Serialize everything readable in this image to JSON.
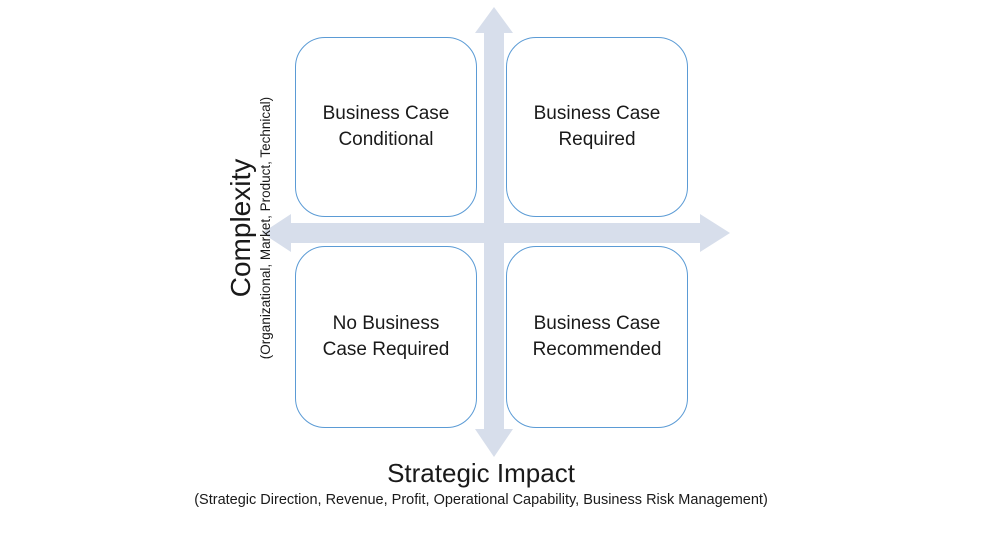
{
  "diagram": {
    "type": "quadrant-matrix",
    "quadrants": [
      {
        "position": "top-left",
        "line1": "Business Case",
        "line2": "Conditional"
      },
      {
        "position": "top-right",
        "line1": "Business Case",
        "line2": "Required"
      },
      {
        "position": "bottom-left",
        "line1": "No Business",
        "line2": "Case Required"
      },
      {
        "position": "bottom-right",
        "line1": "Business Case",
        "line2": "Recommended"
      }
    ],
    "y_axis": {
      "title": "Complexity",
      "subtitle": "(Organizational, Market, Product, Technical)"
    },
    "x_axis": {
      "title": "Strategic Impact",
      "subtitle": "(Strategic Direction, Revenue, Profit, Operational Capability, Business Risk Management)"
    },
    "colors": {
      "arrow": "#D7DEEB",
      "box_border": "#5B9BD5",
      "text": "#1A1A1A",
      "background": "#FFFFFF"
    }
  }
}
